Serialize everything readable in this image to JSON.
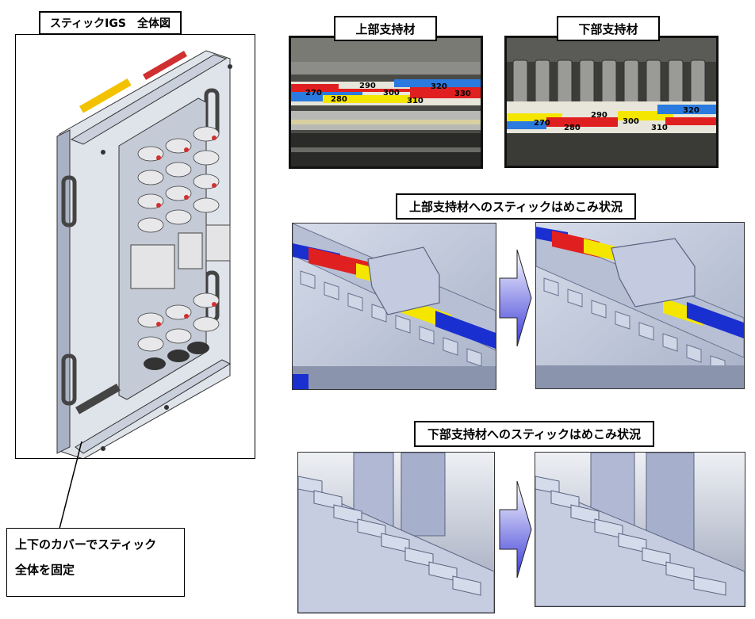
{
  "overview": {
    "title": "スティックIGS　全体図",
    "callout_line1": "上下のカバーでスティック",
    "callout_line2": "全体を固定"
  },
  "photos": {
    "upper_title": "上部支持材",
    "lower_title": "下部支持材",
    "upper_numbers": [
      "270",
      "280",
      "290",
      "300",
      "310",
      "320",
      "330"
    ],
    "lower_numbers": [
      "270",
      "280",
      "290",
      "300",
      "310",
      "320"
    ]
  },
  "renders": {
    "upper_title": "上部支持材へのスティックはめこみ状況",
    "lower_title": "下部支持材へのスティックはめこみ状況"
  },
  "colors": {
    "stick_red": "#e02020",
    "stick_yellow": "#f5e600",
    "stick_blue": "#1a2fd0",
    "arrow_top": "#ffffff",
    "arrow_bottom": "#3a3ad8",
    "render_gray": "#c8d0e0"
  }
}
